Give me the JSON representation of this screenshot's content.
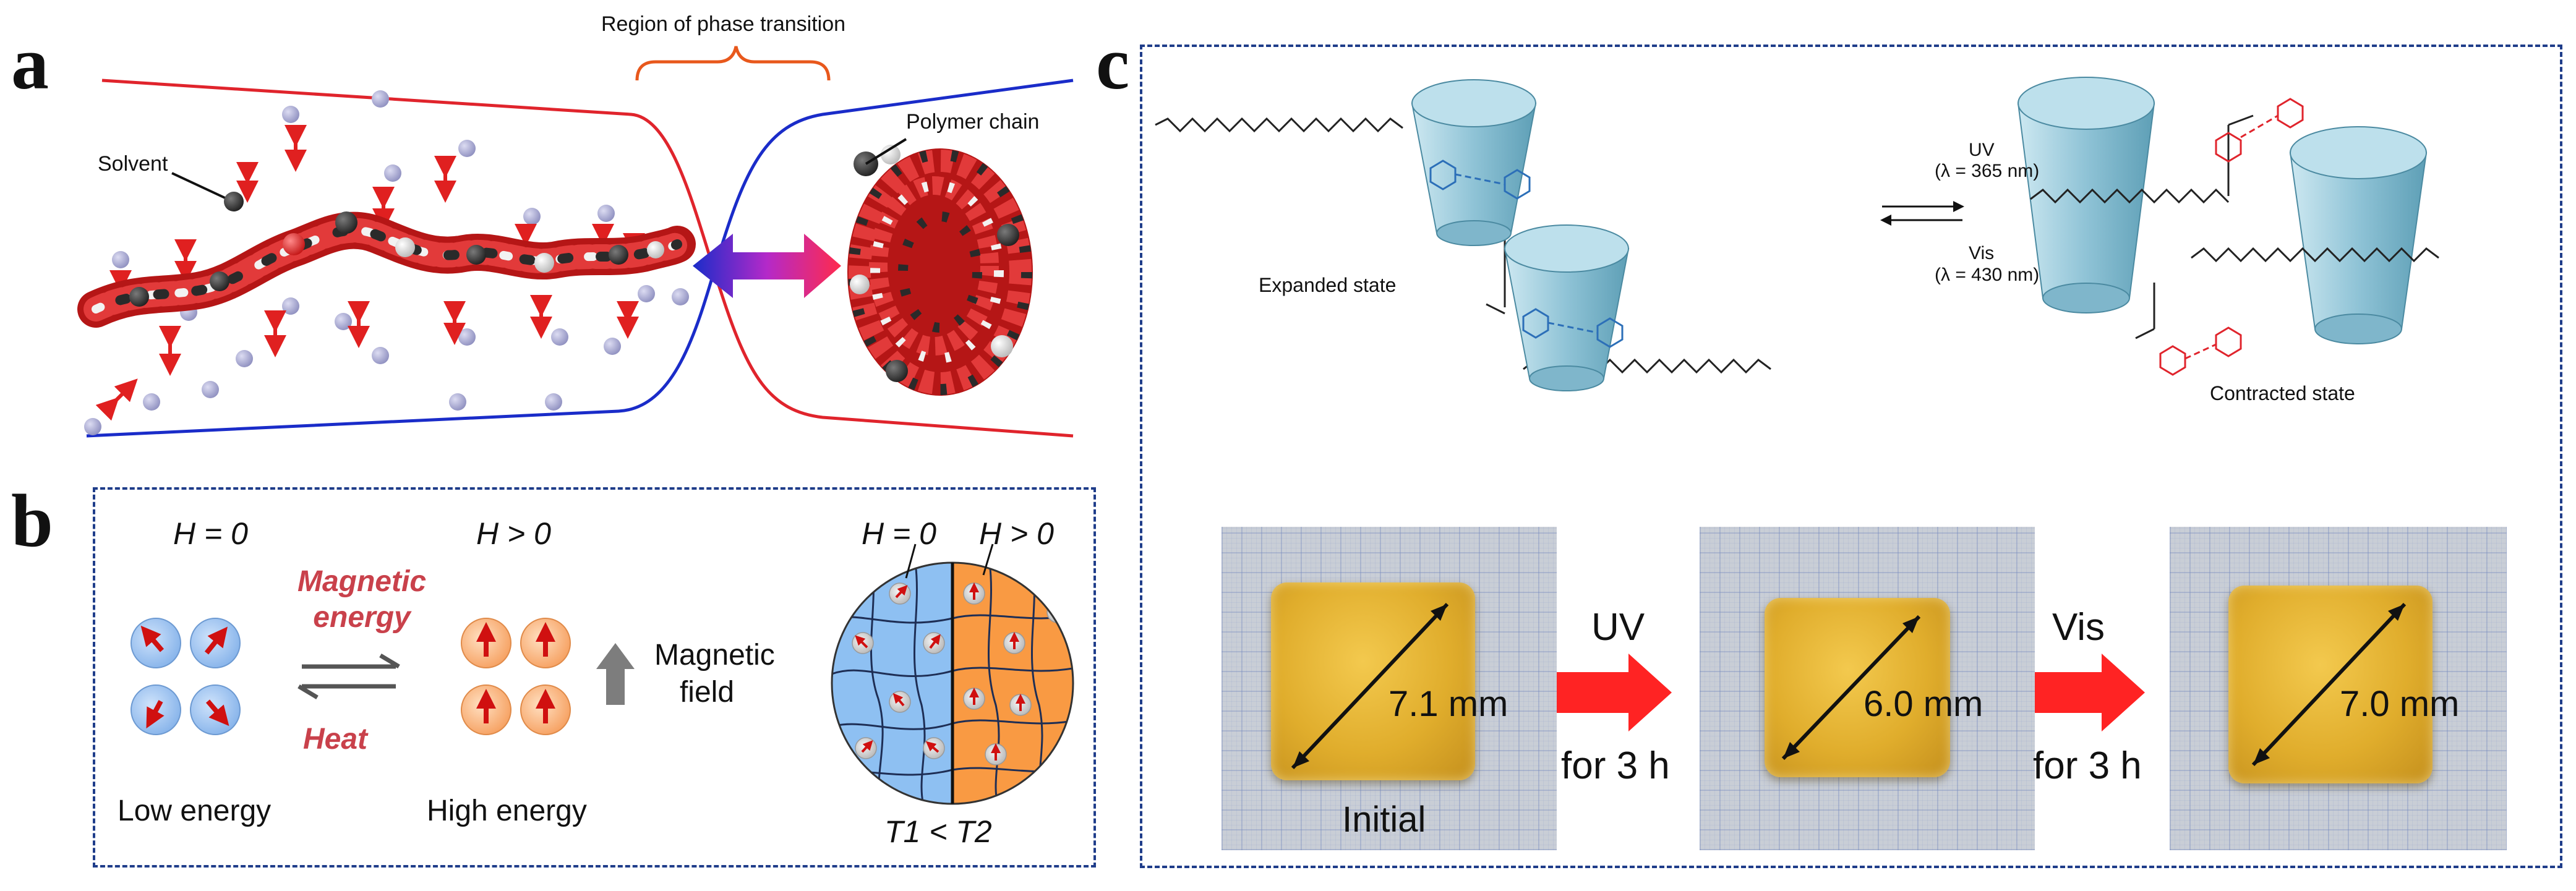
{
  "panels": {
    "a": {
      "letter": "a",
      "region_label": "Region of phase transition",
      "solvent_label": "Solvent",
      "polymer_label": "Polymer chain"
    },
    "b": {
      "letter": "b",
      "left_field": "H = 0",
      "middle_field": "H > 0",
      "arrow_top": "Magnetic energy",
      "arrow_bottom": "Heat",
      "magnetic_field_label": "Magnetic field",
      "low_energy": "Low energy",
      "high_energy": "High energy",
      "circle_left": "H = 0",
      "circle_right": "H > 0",
      "temperature": "T1 < T2"
    },
    "c": {
      "letter": "c",
      "uv_top": "UV",
      "uv_wavelength": "(λ = 365 nm)",
      "vis_bottom": "Vis",
      "vis_wavelength": "(λ = 430 nm)",
      "expanded_state": "Expanded state",
      "contracted_state": "Contracted state",
      "photos": [
        {
          "size": "7.1 mm",
          "caption": "Initial"
        },
        {
          "size": "6.0 mm",
          "caption": ""
        },
        {
          "size": "7.0 mm",
          "caption": ""
        }
      ],
      "arrow1_top": "UV",
      "arrow1_bottom": "for 3 h",
      "arrow2_top": "Vis",
      "arrow2_bottom": "for 3 h"
    }
  },
  "colors": {
    "frame": "#1f3d8a",
    "red_curve": "#e0242c",
    "blue_curve": "#1a2cc9",
    "bracket": "#e8581c",
    "magnetic_text": "#c9414b",
    "cyclodextrin": "#8fc3d6",
    "azo_red": "#e0242c",
    "arrow_red": "#ff2323"
  }
}
